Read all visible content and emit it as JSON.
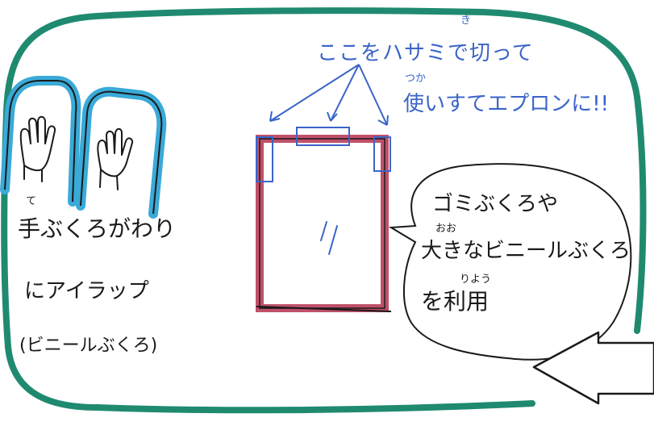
{
  "colors": {
    "outline_green": "#1f8a70",
    "glove_blue": "#3aaad8",
    "bag_red": "#c0506a",
    "ink_blue": "#3a64c8",
    "ink_black": "#1a1a1a"
  },
  "annotations": {
    "cut_here": "ここをハサミで切って",
    "cut_furigana": "き",
    "use_as_apron": "使いすてエプロンに!!",
    "use_furigana": "つか"
  },
  "gloves": {
    "furigana": "て",
    "line1": "手ぶくろがわり",
    "line2": "にアイラップ",
    "line3": "(ビニールぶくろ)"
  },
  "bubble": {
    "line1": "ゴミぶくろや",
    "line2": "大きなビニールぶくろ",
    "line2_furigana": "おお",
    "line3": "を利用",
    "line3_furigana": "りよう"
  },
  "icons": [
    "glove-left-icon",
    "glove-right-icon",
    "trash-bag-icon",
    "scissors-cut-marks",
    "arrow-left-icon",
    "speech-bubble"
  ]
}
